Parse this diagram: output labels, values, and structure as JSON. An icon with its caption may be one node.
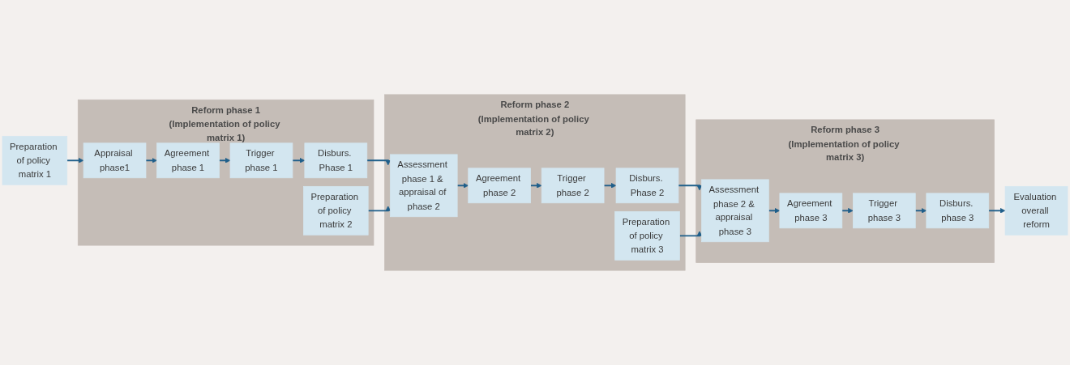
{
  "diagram": {
    "nodes": [
      {
        "text": [
          "Preparation of policy matrix 1"
        ]
      },
      {
        "text": [
          "Reform phase 1",
          "(Implementation of policy matrix 1)"
        ]
      },
      {
        "text": [
          "Appraisal phase1"
        ],
        "in": 1
      },
      {
        "text": [
          "Agreement phase 1"
        ],
        "in": 1
      },
      {
        "text": [
          "Trigger phase 1"
        ],
        "in": 1
      },
      {
        "text": [
          "Disburs. Phase 1"
        ],
        "in": 1
      },
      {
        "text": [
          "Preparation of policy matrix 2"
        ],
        "in": 1
      },
      {
        "text": [
          "Reform phase 2",
          "(Implementation of policy matrix 2)"
        ]
      },
      {
        "text": [
          "Assessment phase 1 & appraisal of phase 2"
        ],
        "in": 7
      },
      {
        "text": [
          "Agreement phase 2"
        ],
        "in": 7
      },
      {
        "text": [
          "Trigger phase 2"
        ],
        "in": 7
      },
      {
        "text": [
          "Disburs. Phase 2"
        ],
        "in": 7
      },
      {
        "text": [
          "Preparation of policy matrix 3"
        ],
        "in": 7
      },
      {
        "text": [
          "Reform phase 3",
          "(Implementation of policy matrix 3)"
        ]
      },
      {
        "text": [
          "Assessment phase 2 & appraisal phase 3"
        ],
        "in": 13
      },
      {
        "text": [
          "Agreement phase 3"
        ],
        "in": 13
      },
      {
        "text": [
          "Trigger phase 3"
        ],
        "in": 13
      },
      {
        "text": [
          "Disburs. phase 3"
        ],
        "in": 13
      },
      {
        "text": [
          "Evaluation overall reform"
        ]
      }
    ],
    "edges": [
      {
        "from": 0,
        "to": 2,
        "arrow": "to"
      },
      {
        "from": 2,
        "to": 3,
        "arrow": "to"
      },
      {
        "from": 3,
        "to": 4,
        "arrow": "to"
      },
      {
        "from": 4,
        "to": 5,
        "arrow": "to"
      },
      {
        "from": 5,
        "to": 8,
        "arrow": "to"
      },
      {
        "from": 6,
        "to": 8,
        "arrow": "to"
      },
      {
        "from": 8,
        "to": 9,
        "arrow": "to"
      },
      {
        "from": 9,
        "to": 10,
        "arrow": "to"
      },
      {
        "from": 10,
        "to": 11,
        "arrow": "to"
      },
      {
        "from": 11,
        "to": 14,
        "arrow": "to"
      },
      {
        "from": 12,
        "to": 14,
        "arrow": "to"
      },
      {
        "from": 14,
        "to": 15,
        "arrow": "to"
      },
      {
        "from": 15,
        "to": 16,
        "arrow": "to"
      },
      {
        "from": 16,
        "to": 17,
        "arrow": "to"
      },
      {
        "from": 17,
        "to": 18,
        "arrow": "to"
      }
    ]
  }
}
